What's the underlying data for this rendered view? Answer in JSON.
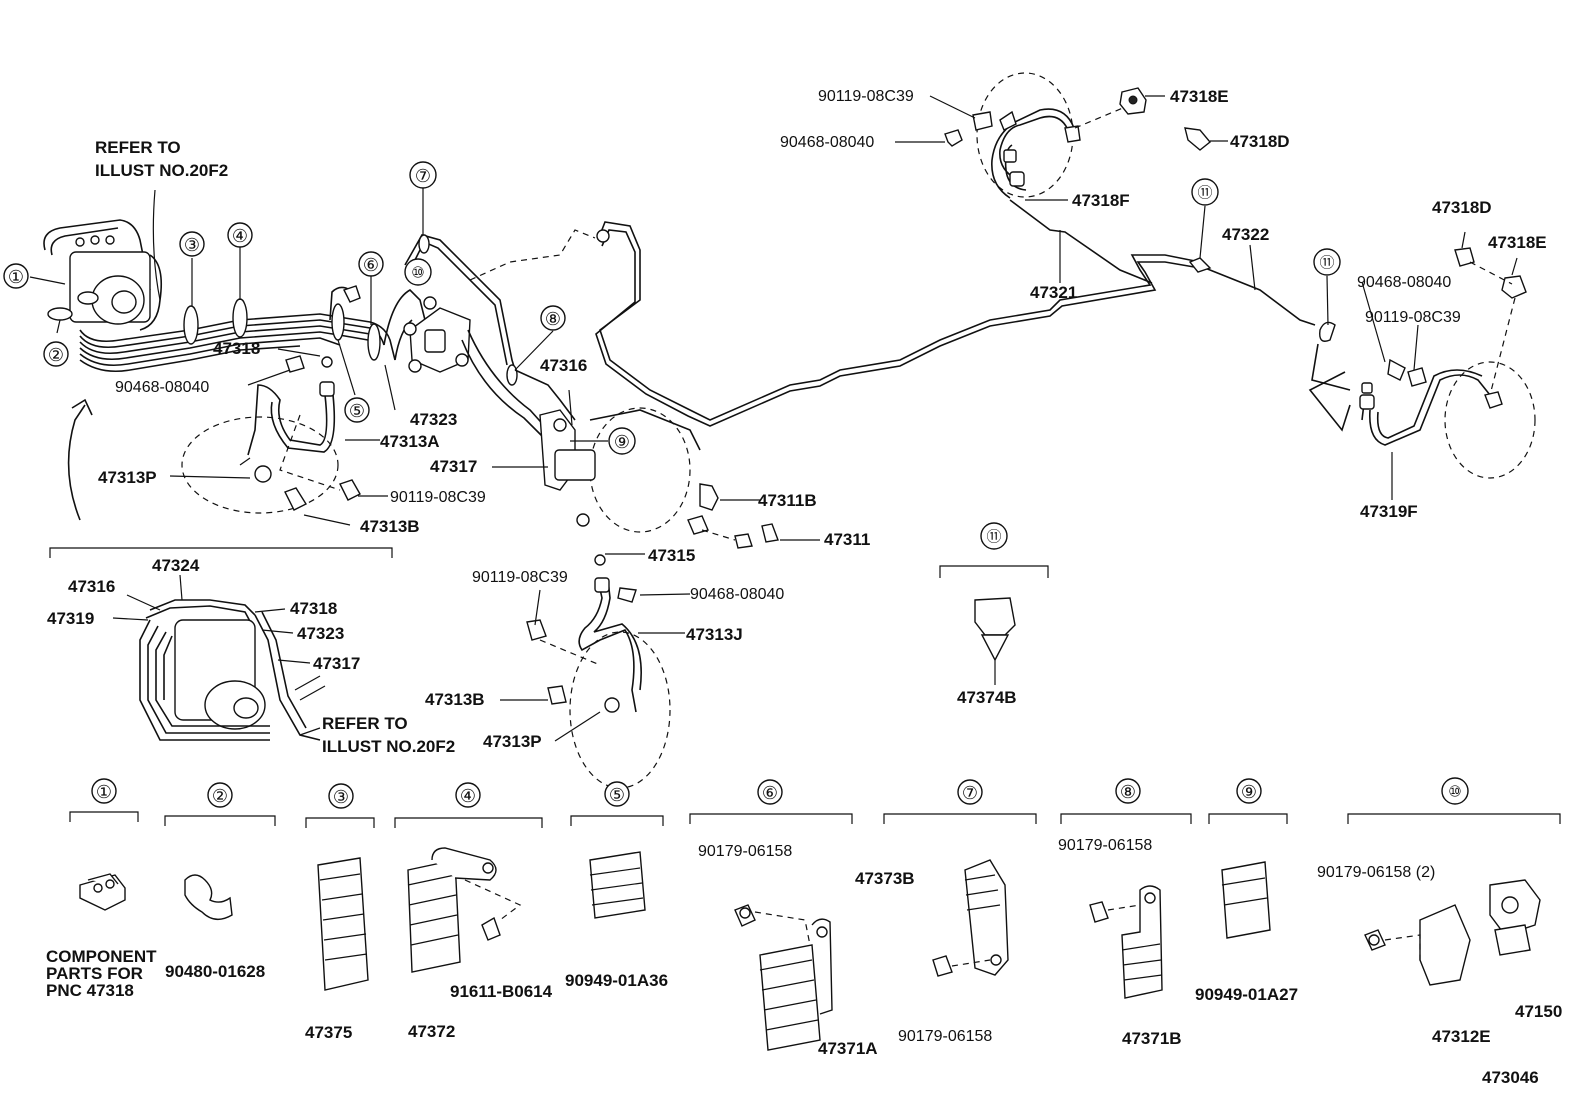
{
  "diagram_id": "473046",
  "refer_notes": [
    {
      "line1": "REFER TO",
      "line2": "ILLUST NO.20F2"
    },
    {
      "line1": "REFER TO",
      "line2": "ILLUST NO.20F2"
    }
  ],
  "component_note": [
    "COMPONENT",
    "PARTS FOR",
    "PNC 47318"
  ],
  "callouts": {
    "c1": "①",
    "c2": "②",
    "c3": "③",
    "c4": "④",
    "c5": "⑤",
    "c6": "⑥",
    "c7": "⑦",
    "c8": "⑧",
    "c9": "⑨",
    "c10": "⑩",
    "c11": "⑪"
  },
  "labels": {
    "p90119_08c39_a": "90119-08C39",
    "p90468_08040_a": "90468-08040",
    "p47318e_a": "47318E",
    "p47318d_a": "47318D",
    "p47318f": "47318F",
    "p47321": "47321",
    "p47322": "47322",
    "p47318d_b": "47318D",
    "p47318e_b": "47318E",
    "p90468_08040_b": "90468-08040",
    "p90119_08c39_b": "90119-08C39",
    "p47319f": "47319F",
    "p47318_a": "47318",
    "p90468_08040_c": "90468-08040",
    "p47323_a": "47323",
    "p47313a": "47313A",
    "p47313p_a": "47313P",
    "p90119_08c39_c": "90119-08C39",
    "p47313b_a": "47313B",
    "p47316_a": "47316",
    "p47317_a": "47317",
    "p47311b": "47311B",
    "p47311": "47311",
    "p47315": "47315",
    "p90119_08c39_d": "90119-08C39",
    "p90468_08040_d": "90468-08040",
    "p47313j": "47313J",
    "p47313b_b": "47313B",
    "p47313p_b": "47313P",
    "p47374b": "47374B",
    "p47324": "47324",
    "p47316_b": "47316",
    "p47319": "47319",
    "p47318_b": "47318",
    "p47323_b": "47323",
    "p47317_b": "47317",
    "p90480_01628": "90480-01628",
    "p47375": "47375",
    "p47372": "47372",
    "p91611_b0614": "91611-B0614",
    "p90949_01a36": "90949-01A36",
    "p90179_06158_a": "90179-06158",
    "p47371a": "47371A",
    "p47373b": "47373B",
    "p90179_06158_b": "90179-06158",
    "p90179_06158_c": "90179-06158",
    "p47371b": "47371B",
    "p90949_01a27": "90949-01A27",
    "p90179_06158_2": "90179-06158 (2)",
    "p47312e": "47312E",
    "p47150": "47150"
  }
}
